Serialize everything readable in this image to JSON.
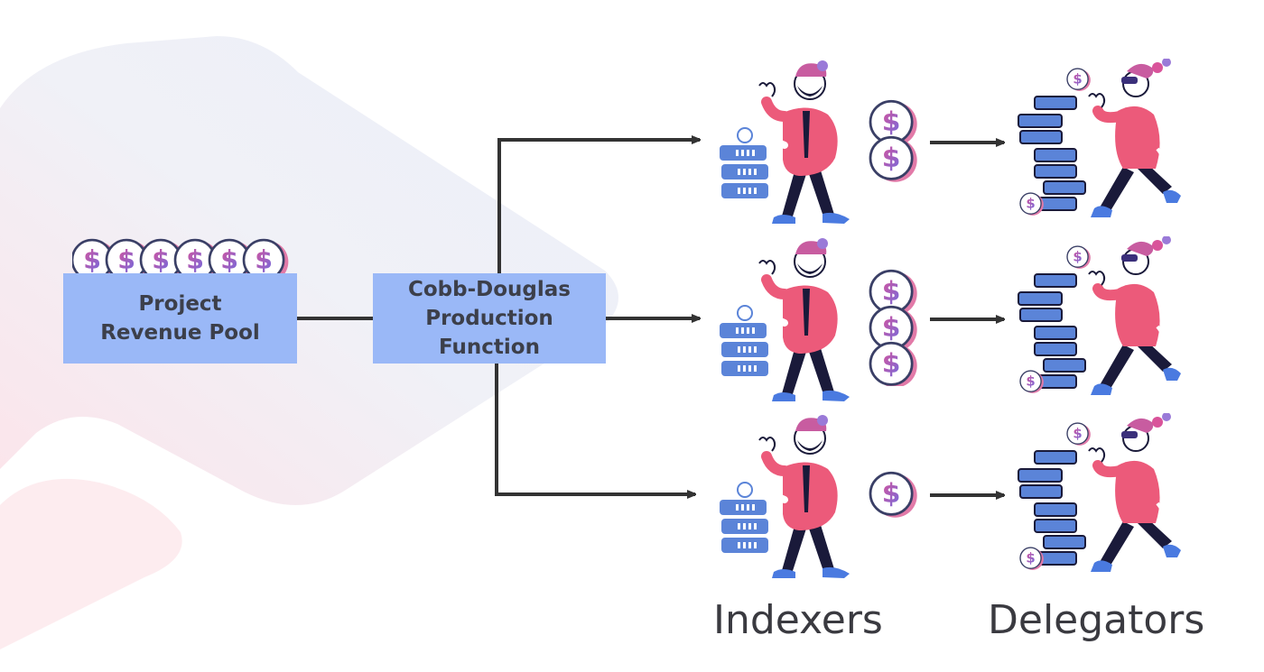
{
  "pool": {
    "label": "Project Revenue Pool",
    "coin_count": 6
  },
  "production_function": {
    "label": "Cobb-Douglas Production Function"
  },
  "rows": [
    {
      "indexer_coins": 2
    },
    {
      "indexer_coins": 3
    },
    {
      "indexer_coins": 1
    }
  ],
  "labels": {
    "indexers": "Indexers",
    "delegators": "Delegators"
  },
  "colors": {
    "box": "#9ab8f7",
    "arrow": "#333333",
    "text": "#3c3f4a",
    "figure_pink": "#ec5a7a",
    "figure_dark": "#1a1a3a",
    "figure_blue": "#4a7ae0",
    "coin_gradient_start": "#d9539a",
    "coin_gradient_end": "#6e6be0"
  }
}
